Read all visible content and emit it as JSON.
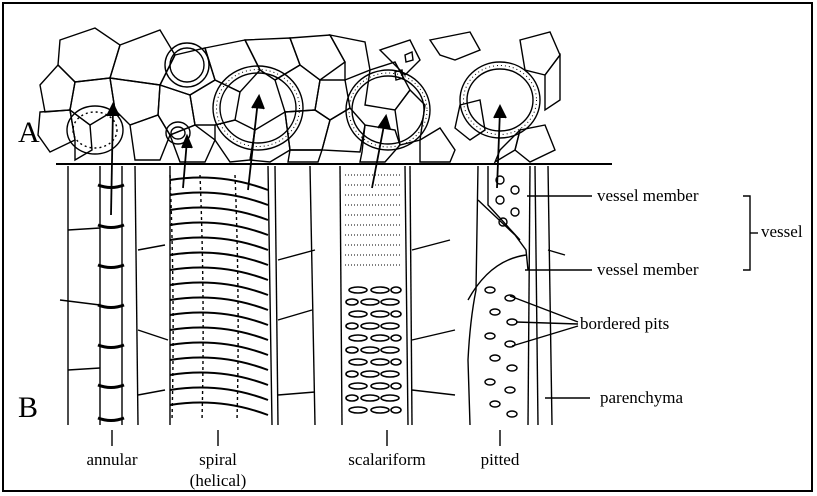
{
  "section_labels": {
    "a": "A",
    "b": "B"
  },
  "vessel_types": [
    {
      "name": "annular"
    },
    {
      "name": "spiral",
      "subname": "(helical)"
    },
    {
      "name": "scalariform"
    },
    {
      "name": "pitted"
    }
  ],
  "callouts": {
    "vessel_member_top": "vessel member",
    "vessel_member_bottom": "vessel member",
    "vessel": "vessel",
    "bordered_pits": "bordered pits",
    "parenchyma": "parenchyma"
  }
}
